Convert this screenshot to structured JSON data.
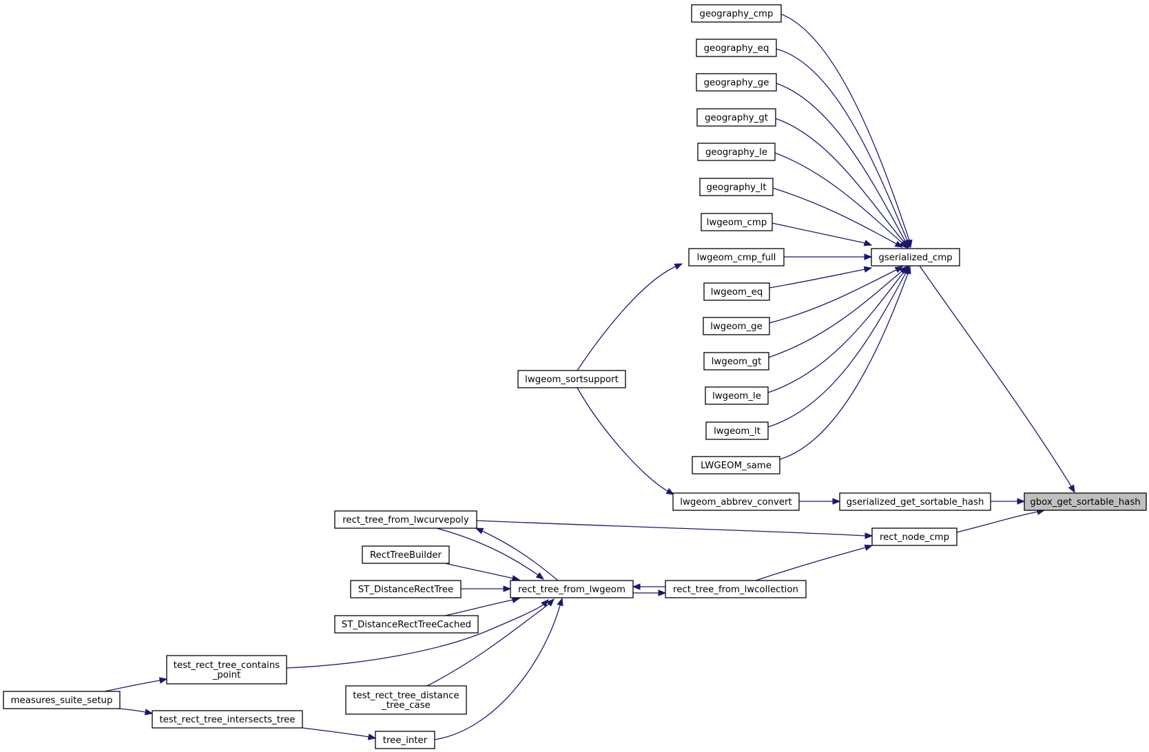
{
  "colors": {
    "edge": "#191970",
    "node_fill": "#ffffff",
    "target_fill": "#bfbfbf",
    "border": "#000000"
  },
  "nodes": {
    "geography_cmp": {
      "lines": [
        "geography_cmp"
      ]
    },
    "geography_eq": {
      "lines": [
        "geography_eq"
      ]
    },
    "geography_ge": {
      "lines": [
        "geography_ge"
      ]
    },
    "geography_gt": {
      "lines": [
        "geography_gt"
      ]
    },
    "geography_le": {
      "lines": [
        "geography_le"
      ]
    },
    "geography_lt": {
      "lines": [
        "geography_lt"
      ]
    },
    "lwgeom_cmp": {
      "lines": [
        "lwgeom_cmp"
      ]
    },
    "lwgeom_cmp_full": {
      "lines": [
        "lwgeom_cmp_full"
      ]
    },
    "lwgeom_eq": {
      "lines": [
        "lwgeom_eq"
      ]
    },
    "lwgeom_ge": {
      "lines": [
        "lwgeom_ge"
      ]
    },
    "lwgeom_gt": {
      "lines": [
        "lwgeom_gt"
      ]
    },
    "lwgeom_le": {
      "lines": [
        "lwgeom_le"
      ]
    },
    "lwgeom_lt": {
      "lines": [
        "lwgeom_lt"
      ]
    },
    "LWGEOM_same": {
      "lines": [
        "LWGEOM_same"
      ]
    },
    "gserialized_cmp": {
      "lines": [
        "gserialized_cmp"
      ]
    },
    "lwgeom_sortsupport": {
      "lines": [
        "lwgeom_sortsupport"
      ]
    },
    "lwgeom_abbrev_convert": {
      "lines": [
        "lwgeom_abbrev_convert"
      ]
    },
    "gserialized_get_sortable_hash": {
      "lines": [
        "gserialized_get_sortable_hash"
      ]
    },
    "gbox_get_sortable_hash": {
      "lines": [
        "gbox_get_sortable_hash"
      ],
      "target": true
    },
    "rect_node_cmp": {
      "lines": [
        "rect_node_cmp"
      ]
    },
    "rect_tree_from_lwcurvepoly": {
      "lines": [
        "rect_tree_from_lwcurvepoly"
      ]
    },
    "RectTreeBuilder": {
      "lines": [
        "RectTreeBuilder"
      ]
    },
    "ST_DistanceRectTree": {
      "lines": [
        "ST_DistanceRectTree"
      ]
    },
    "ST_DistanceRectTreeCached": {
      "lines": [
        "ST_DistanceRectTreeCached"
      ]
    },
    "rect_tree_from_lwgeom": {
      "lines": [
        "rect_tree_from_lwgeom"
      ]
    },
    "rect_tree_from_lwcollection": {
      "lines": [
        "rect_tree_from_lwcollection"
      ]
    },
    "test_rect_tree_contains_point": {
      "lines": [
        "test_rect_tree_contains",
        "_point"
      ]
    },
    "test_rect_tree_distance_tree_case": {
      "lines": [
        "test_rect_tree_distance",
        "_tree_case"
      ]
    },
    "measures_suite_setup": {
      "lines": [
        "measures_suite_setup"
      ]
    },
    "test_rect_tree_intersects_tree": {
      "lines": [
        "test_rect_tree_intersects_tree"
      ]
    },
    "tree_inter": {
      "lines": [
        "tree_inter"
      ]
    }
  },
  "edges": [
    {
      "from": "geography_cmp",
      "to": "gserialized_cmp"
    },
    {
      "from": "geography_eq",
      "to": "gserialized_cmp"
    },
    {
      "from": "geography_ge",
      "to": "gserialized_cmp"
    },
    {
      "from": "geography_gt",
      "to": "gserialized_cmp"
    },
    {
      "from": "geography_le",
      "to": "gserialized_cmp"
    },
    {
      "from": "geography_lt",
      "to": "gserialized_cmp"
    },
    {
      "from": "lwgeom_cmp",
      "to": "gserialized_cmp"
    },
    {
      "from": "lwgeom_cmp_full",
      "to": "gserialized_cmp"
    },
    {
      "from": "lwgeom_eq",
      "to": "gserialized_cmp"
    },
    {
      "from": "lwgeom_ge",
      "to": "gserialized_cmp"
    },
    {
      "from": "lwgeom_gt",
      "to": "gserialized_cmp"
    },
    {
      "from": "lwgeom_le",
      "to": "gserialized_cmp"
    },
    {
      "from": "lwgeom_lt",
      "to": "gserialized_cmp"
    },
    {
      "from": "LWGEOM_same",
      "to": "gserialized_cmp"
    },
    {
      "from": "gserialized_cmp",
      "to": "gbox_get_sortable_hash"
    },
    {
      "from": "lwgeom_sortsupport",
      "to": "lwgeom_cmp_full"
    },
    {
      "from": "lwgeom_sortsupport",
      "to": "lwgeom_abbrev_convert"
    },
    {
      "from": "lwgeom_abbrev_convert",
      "to": "gserialized_get_sortable_hash"
    },
    {
      "from": "gserialized_get_sortable_hash",
      "to": "gbox_get_sortable_hash"
    },
    {
      "from": "rect_node_cmp",
      "to": "gbox_get_sortable_hash"
    },
    {
      "from": "rect_tree_from_lwcurvepoly",
      "to": "rect_node_cmp"
    },
    {
      "from": "rect_tree_from_lwcollection",
      "to": "rect_node_cmp"
    },
    {
      "from": "rect_tree_from_lwgeom",
      "to": "rect_tree_from_lwcurvepoly"
    },
    {
      "from": "rect_tree_from_lwcurvepoly",
      "to": "rect_tree_from_lwgeom"
    },
    {
      "from": "rect_tree_from_lwgeom",
      "to": "rect_tree_from_lwcollection"
    },
    {
      "from": "rect_tree_from_lwcollection",
      "to": "rect_tree_from_lwgeom"
    },
    {
      "from": "RectTreeBuilder",
      "to": "rect_tree_from_lwgeom"
    },
    {
      "from": "ST_DistanceRectTree",
      "to": "rect_tree_from_lwgeom"
    },
    {
      "from": "ST_DistanceRectTreeCached",
      "to": "rect_tree_from_lwgeom"
    },
    {
      "from": "test_rect_tree_contains_point",
      "to": "rect_tree_from_lwgeom"
    },
    {
      "from": "test_rect_tree_distance_tree_case",
      "to": "rect_tree_from_lwgeom"
    },
    {
      "from": "tree_inter",
      "to": "rect_tree_from_lwgeom"
    },
    {
      "from": "measures_suite_setup",
      "to": "test_rect_tree_contains_point"
    },
    {
      "from": "measures_suite_setup",
      "to": "test_rect_tree_intersects_tree"
    },
    {
      "from": "test_rect_tree_intersects_tree",
      "to": "tree_inter"
    }
  ]
}
